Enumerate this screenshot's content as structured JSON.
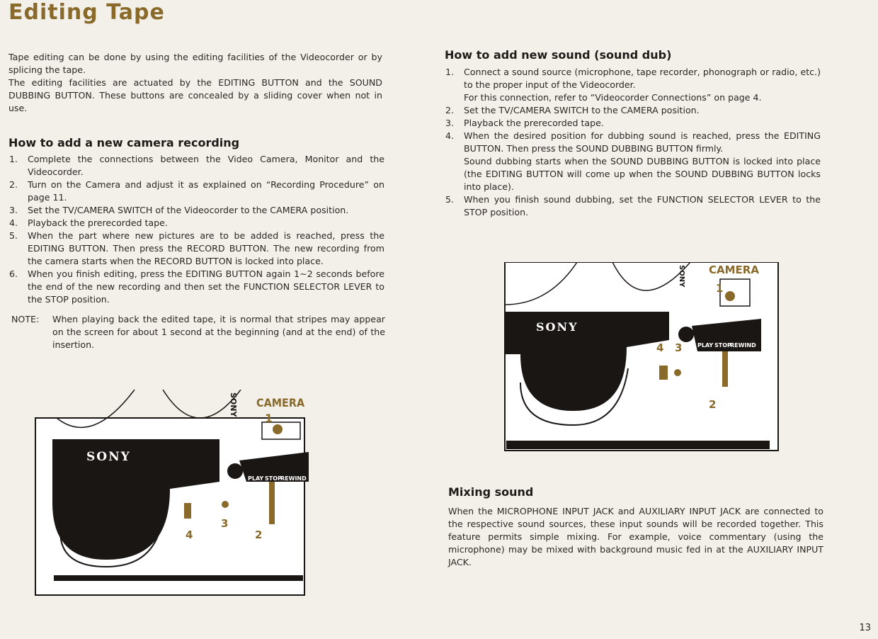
{
  "title": "Editing Tape",
  "intro": [
    "Tape editing can be done by using the editing facilities of the Videocorder or by splicing the tape.",
    "The editing facilities are actuated by the EDITING BUTTON and the SOUND DUBBING BUTTON. These buttons are concealed by a sliding cover when not in use."
  ],
  "camera_section": {
    "heading": "How to add a new camera recording",
    "steps": [
      {
        "n": "1.",
        "text": "Complete the connections between the Video Camera, Monitor and the Videocorder."
      },
      {
        "n": "2.",
        "text": "Turn on the Camera and adjust it as explained on “Recording Procedure” on page 11."
      },
      {
        "n": "3.",
        "text": "Set the TV/CAMERA SWITCH of the Videocorder to the CAMERA position."
      },
      {
        "n": "4.",
        "text": "Playback the prerecorded tape."
      },
      {
        "n": "5.",
        "text": "When the part where new pictures are to be added is reached, press the EDITING BUTTON. Then press the RECORD BUTTON. The new recording from the camera starts when the RECORD BUTTON is locked into place."
      },
      {
        "n": "6.",
        "text": "When you finish editing, press the EDITING BUTTON again 1∼2 seconds before the end of the new recording and then set the FUNCTION SELECTOR LEVER to the STOP position."
      }
    ],
    "note_label": "NOTE:",
    "note_text": "When playing back the edited tape, it is normal that stripes may appear on the screen for about 1 second at the beginning (and at the end) of the insertion."
  },
  "sound_section": {
    "heading": "How to add new sound (sound dub)",
    "steps": [
      {
        "n": "1.",
        "text": "Connect a sound source (microphone, tape recorder, phonograph or radio, etc.) to the proper input of the Videocorder.",
        "extra": "For this connection, refer to “Videocorder Connections” on page 4."
      },
      {
        "n": "2.",
        "text": "Set the TV/CAMERA SWITCH to the CAMERA position."
      },
      {
        "n": "3.",
        "text": "Playback the prerecorded tape."
      },
      {
        "n": "4.",
        "text": "When the desired position for dubbing sound is reached, press the EDITING BUTTON. Then press the SOUND DUBBING BUTTON firmly.",
        "extra": "Sound dubbing starts when the SOUND DUBBING BUTTON is locked into place (the EDITING BUTTON will come up when the SOUND DUBBING BUTTON locks into place)."
      },
      {
        "n": "5.",
        "text": "When you finish sound dubbing, set the FUNCTION SELECTOR LEVER to the STOP position."
      }
    ]
  },
  "mixing_section": {
    "heading": "Mixing sound",
    "text": "When the MICROPHONE INPUT JACK and AUXILIARY INPUT JACK are connected to the respective sound sources, these input sounds will be recorded together. This feature permits simple mixing. For example, voice commentary (using the microphone) may be mixed with background music fed in at the AUXILIARY INPUT JACK."
  },
  "illustration_left": {
    "brand": "SONY",
    "brand_vertical": "SONY",
    "camera_label": "CAMERA",
    "buttons": [
      "PLAY",
      "STOP",
      "REWIND"
    ],
    "callouts": [
      "1",
      "4",
      "3",
      "2"
    ]
  },
  "illustration_right": {
    "brand": "SONY",
    "brand_vertical": "SONY",
    "camera_label": "CAMERA",
    "buttons": [
      "PLAY",
      "STOP",
      "REWIND"
    ],
    "callouts": [
      "1",
      "4",
      "3",
      "2"
    ]
  },
  "page_number": "13",
  "colors": {
    "accent": "#8a6a2a",
    "ink": "#1a1614",
    "paper": "#f3f0ea"
  }
}
